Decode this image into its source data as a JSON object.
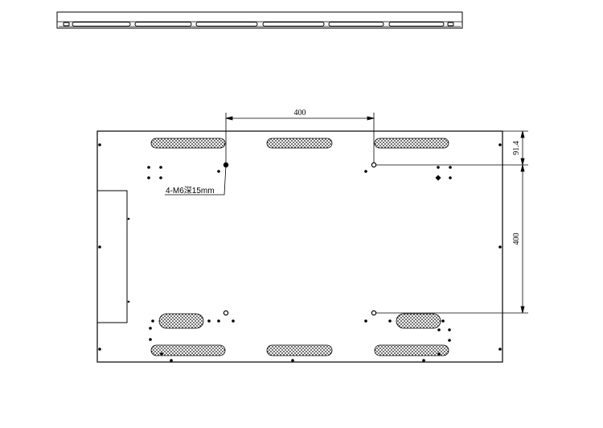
{
  "drawing": {
    "dimensions": {
      "hole_spacing_horizontal": "400",
      "hole_spacing_vertical": "400",
      "top_offset": "91.4"
    },
    "callout": {
      "text": "4-M6深15mm"
    }
  },
  "colors": {
    "line": "#000000",
    "background": "#ffffff"
  }
}
